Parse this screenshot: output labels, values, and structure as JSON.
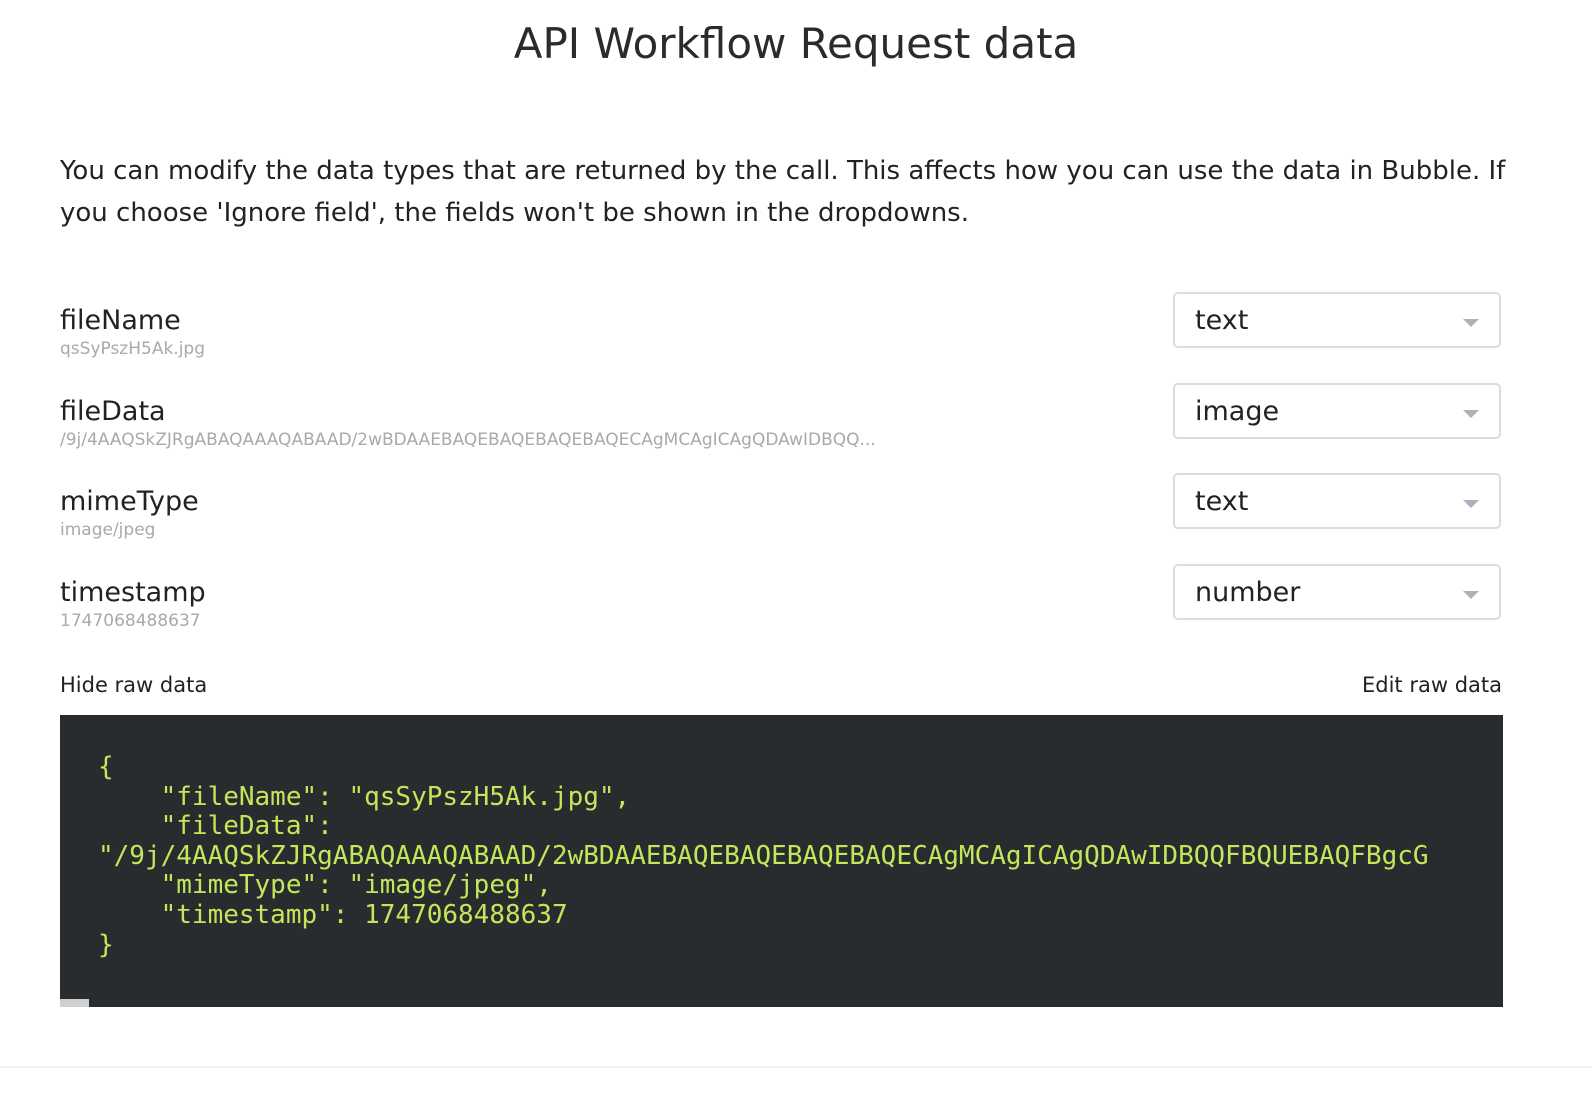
{
  "page": {
    "title": "API Workflow Request data",
    "description": "You can modify the data types that are returned by the call. This affects how you can use the data in Bubble. If you choose 'Ignore field', the fields won't be shown in the dropdowns."
  },
  "fields": [
    {
      "name": "fileName",
      "sample": "qsSyPszH5Ak.jpg",
      "type": "text"
    },
    {
      "name": "fileData",
      "sample": "/9j/4AAQSkZJRgABAQAAAQABAAD/2wBDAAEBAQEBAQEBAQEBAQECAgMCAgICAgQDAwIDBQQ...",
      "type": "image"
    },
    {
      "name": "mimeType",
      "sample": "image/jpeg",
      "type": "text"
    },
    {
      "name": "timestamp",
      "sample": "1747068488637",
      "type": "number"
    }
  ],
  "raw": {
    "hide_label": "Hide raw data",
    "edit_label": "Edit raw data",
    "code": "{\n    \"fileName\": \"qsSyPszH5Ak.jpg\",\n    \"fileData\":\n\"/9j/4AAQSkZJRgABAQAAAQABAAD/2wBDAAEBAQEBAQEBAQEBAQECAgMCAgICAgQDAwIDBQQFBQUEBAQFBgcG\n    \"mimeType\": \"image/jpeg\",\n    \"timestamp\": 1747068488637\n}"
  },
  "colors": {
    "code_background": "#282c2f",
    "code_text": "#c4e65a",
    "sample_text": "#a9a9a9",
    "select_border": "#dcdcdc",
    "chevron": "#a8b3bd"
  },
  "icons": {
    "dropdown": "chevron-down-icon"
  }
}
